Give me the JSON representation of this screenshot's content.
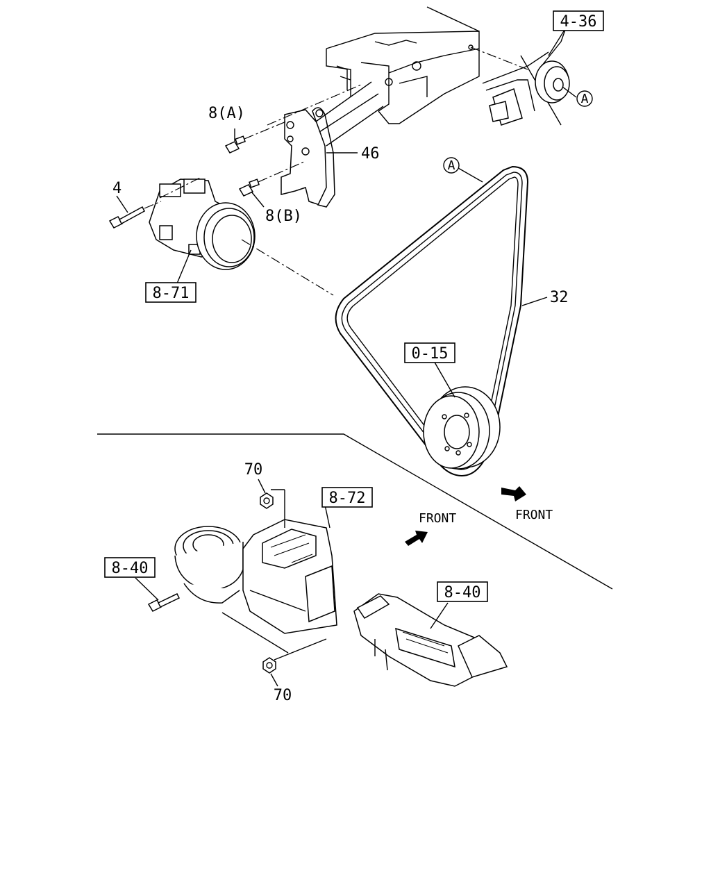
{
  "callouts": {
    "ref_4_36": "4-36",
    "ref_8_71": "8-71",
    "ref_0_15": "0-15",
    "ref_8_72": "8-72",
    "ref_8_40_left": "8-40",
    "ref_8_40_right": "8-40",
    "part_8a": "8(A)",
    "part_8b": "8(B)",
    "part_4": "4",
    "part_46": "46",
    "part_32": "32",
    "part_70_top": "70",
    "part_70_bottom": "70",
    "circle_a_top": "A",
    "circle_a_belt": "A",
    "front_upper": "FRONT",
    "front_lower": "FRONT"
  },
  "colors": {
    "ink": "#000000",
    "paper": "#ffffff"
  }
}
